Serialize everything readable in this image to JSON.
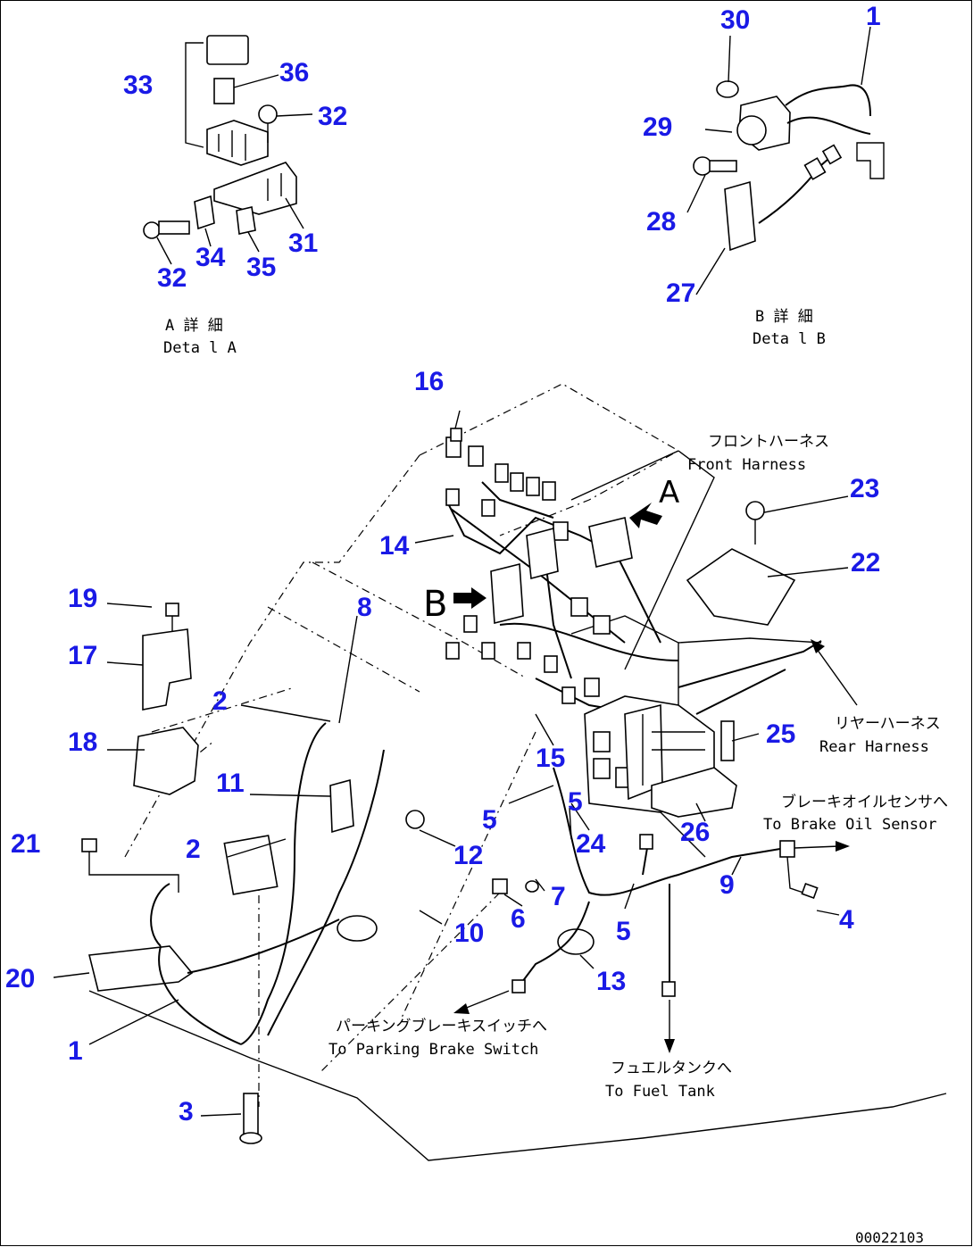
{
  "callouts": [
    {
      "id": "c33",
      "text": "33"
    },
    {
      "id": "c36",
      "text": "36"
    },
    {
      "id": "c32a",
      "text": "32"
    },
    {
      "id": "c31",
      "text": "31"
    },
    {
      "id": "c34",
      "text": "34"
    },
    {
      "id": "c35",
      "text": "35"
    },
    {
      "id": "c32b",
      "text": "32"
    },
    {
      "id": "c30",
      "text": "30"
    },
    {
      "id": "c1a",
      "text": "1"
    },
    {
      "id": "c29",
      "text": "29"
    },
    {
      "id": "c28",
      "text": "28"
    },
    {
      "id": "c27",
      "text": "27"
    },
    {
      "id": "c16",
      "text": "16"
    },
    {
      "id": "c14",
      "text": "14"
    },
    {
      "id": "c23",
      "text": "23"
    },
    {
      "id": "c22",
      "text": "22"
    },
    {
      "id": "c19",
      "text": "19"
    },
    {
      "id": "c8",
      "text": "8"
    },
    {
      "id": "c17",
      "text": "17"
    },
    {
      "id": "c2a",
      "text": "2"
    },
    {
      "id": "c18",
      "text": "18"
    },
    {
      "id": "c15",
      "text": "15"
    },
    {
      "id": "c25",
      "text": "25"
    },
    {
      "id": "c11",
      "text": "11"
    },
    {
      "id": "c5a",
      "text": "5"
    },
    {
      "id": "c5b",
      "text": "5"
    },
    {
      "id": "c24",
      "text": "24"
    },
    {
      "id": "c26",
      "text": "26"
    },
    {
      "id": "c21",
      "text": "21"
    },
    {
      "id": "c2b",
      "text": "2"
    },
    {
      "id": "c12",
      "text": "12"
    },
    {
      "id": "c7",
      "text": "7"
    },
    {
      "id": "c9",
      "text": "9"
    },
    {
      "id": "c4",
      "text": "4"
    },
    {
      "id": "c6",
      "text": "6"
    },
    {
      "id": "c10",
      "text": "10"
    },
    {
      "id": "c5c",
      "text": "5"
    },
    {
      "id": "c20",
      "text": "20"
    },
    {
      "id": "c13",
      "text": "13"
    },
    {
      "id": "c1b",
      "text": "1"
    },
    {
      "id": "c3",
      "text": "3"
    }
  ],
  "notes": {
    "detail_a_jp": "A 詳 細",
    "detail_a_en": "Deta l A",
    "detail_b_jp": "B 詳 細",
    "detail_b_en": "Deta l B",
    "front_harness_jp": "フロントハーネス",
    "front_harness_en": "Front Harness",
    "rear_harness_jp": "リヤーハーネス",
    "rear_harness_en": "Rear Harness",
    "brake_oil_jp": "ブレーキオイルセンサへ",
    "brake_oil_en": "To Brake Oil Sensor",
    "parking_jp": "パーキングブレーキスイッチへ",
    "parking_en": "To Parking Brake Switch",
    "fuel_jp": "フュエルタンクへ",
    "fuel_en": "To Fuel Tank",
    "view_a": "A",
    "view_b": "B",
    "drawing_no": "00022103"
  }
}
